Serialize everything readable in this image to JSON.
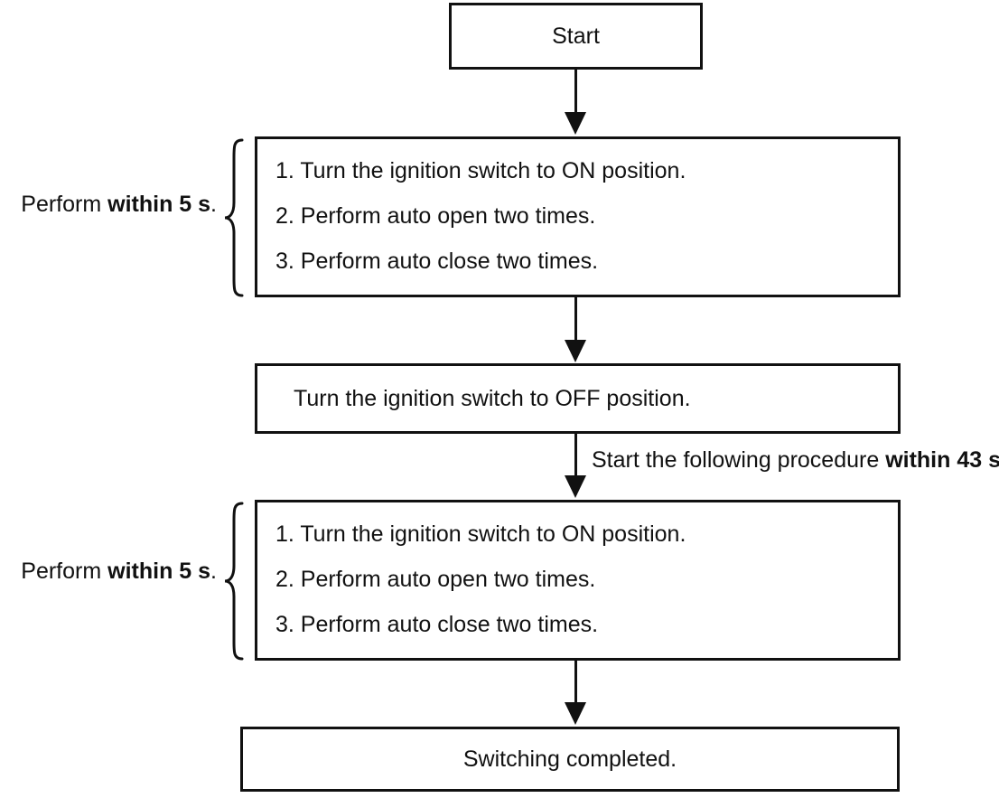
{
  "flowchart": {
    "colors": {
      "line": "#111111",
      "background": "#ffffff"
    },
    "start": {
      "label": "Start"
    },
    "step_box_1": {
      "steps": [
        "1. Turn the ignition switch to ON position.",
        "2. Perform auto open two times.",
        "3. Perform auto close two times."
      ]
    },
    "side_label_1": {
      "prefix": "Perform ",
      "bold": "within 5 s",
      "suffix": "."
    },
    "off_box": {
      "label": "Turn the ignition switch to OFF position."
    },
    "arrow_note": {
      "prefix": "Start the following procedure ",
      "bold": "within 43 s",
      "suffix": "."
    },
    "step_box_2": {
      "steps": [
        "1. Turn the ignition switch to ON position.",
        "2. Perform auto open two times.",
        "3. Perform auto close two times."
      ]
    },
    "side_label_2": {
      "prefix": "Perform ",
      "bold": "within 5 s",
      "suffix": "."
    },
    "end_box": {
      "label": "Switching completed."
    }
  }
}
